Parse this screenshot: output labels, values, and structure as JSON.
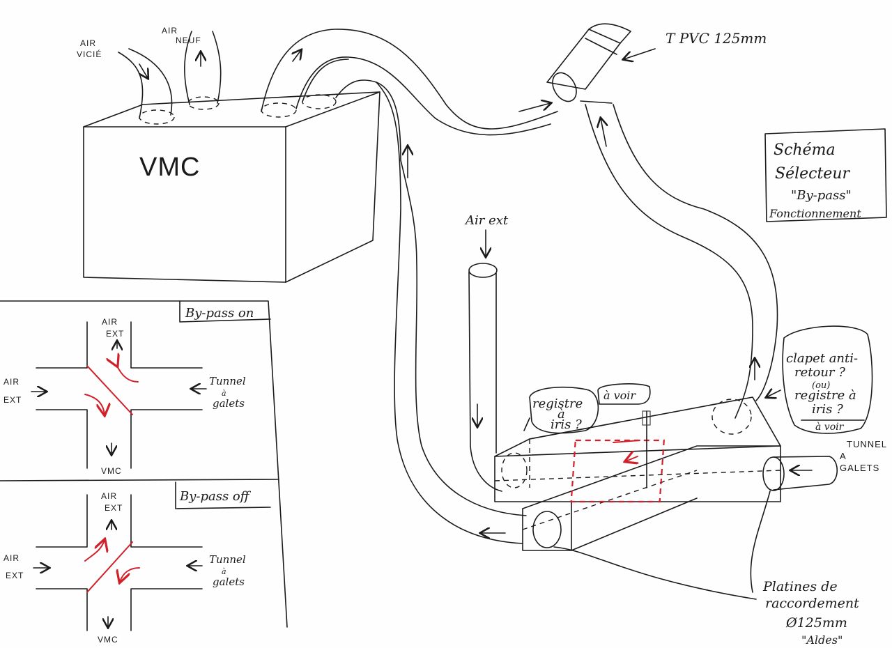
{
  "vmc": {
    "title": "VMC",
    "air_vicie": [
      "AIR",
      "VICIÉ"
    ],
    "air_neuf": [
      "AIR",
      "NEUF"
    ]
  },
  "tee": {
    "label": "T PVC 125mm"
  },
  "title_box": {
    "lines": [
      "Schéma",
      "Sélecteur",
      "\"By-pass\"",
      "Fonctionnement"
    ]
  },
  "air_ext_label": "Air ext",
  "registre": {
    "lines": [
      "registre",
      "à",
      "iris ?"
    ],
    "note": "à voir"
  },
  "clapet": {
    "lines": [
      "clapet anti-",
      "retour ?",
      "(ou)",
      "registre à",
      "iris ?"
    ],
    "note": "à voir"
  },
  "tunnel_main": {
    "lines": [
      "TUNNEL",
      "A",
      "GALETS"
    ]
  },
  "platines": {
    "lines": [
      "Platines de",
      "raccordement",
      "Ø125mm",
      "\"Aldes\""
    ]
  },
  "bypass_on": {
    "title": "By-pass on",
    "top": [
      "AIR",
      "EXT"
    ],
    "left": [
      "AIR",
      "EXT"
    ],
    "right": [
      "Tunnel",
      "à",
      "galets"
    ],
    "bottom": "VMC"
  },
  "bypass_off": {
    "title": "By-pass off",
    "top": [
      "AIR",
      "EXT"
    ],
    "left": [
      "AIR",
      "EXT"
    ],
    "right": [
      "Tunnel",
      "à",
      "galets"
    ],
    "bottom": "VMC"
  },
  "colors": {
    "ink": "#1a1a1a",
    "accent_red": "#d0202a",
    "paper": "#fefefe"
  }
}
